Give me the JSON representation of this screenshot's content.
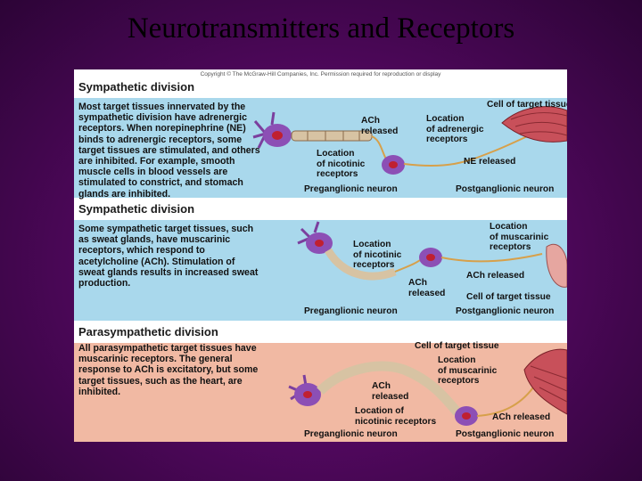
{
  "slide": {
    "title": "Neurotransmitters and Receptors"
  },
  "figure": {
    "copyright": "Copyright © The McGraw-Hill Companies, Inc. Permission required for reproduction or display",
    "panels": [
      {
        "heading": "Sympathetic division",
        "description": "Most target tissues innervated by the sympathetic division have adrenergic receptors. When norepinephrine (NE) binds to adrenergic receptors, some target tissues are stimulated, and others are inhibited. For example, smooth muscle cells in blood vessels are stimulated to constrict, and stomach glands are inhibited.",
        "labels": {
          "cell": "Cell of target tissue",
          "ach": "ACh\nreleased",
          "adrenergic": "Location\nof adrenergic\nreceptors",
          "nicotinic": "Location\nof nicotinic\nreceptors",
          "ne": "NE released",
          "pre": "Preganglionic neuron",
          "post": "Postganglionic neuron"
        }
      },
      {
        "heading": "Sympathetic division",
        "description": "Some sympathetic target tissues, such as sweat glands, have muscarinic receptors, which respond to acetylcholine (ACh). Stimulation of sweat glands results in increased sweat production.",
        "labels": {
          "muscarinic": "Location\nof muscarinic\nreceptors",
          "nicotinic": "Location\nof nicotinic\nreceptors",
          "ach1": "ACh\nreleased",
          "ach2": "ACh released",
          "cell": "Cell of target tissue",
          "pre": "Preganglionic neuron",
          "post": "Postganglionic neuron"
        }
      },
      {
        "heading": "Parasympathetic division",
        "description": "All parasympathetic target tissues have muscarinic receptors. The general response to ACh is excitatory, but some target tissues, such as the heart, are inhibited.",
        "labels": {
          "cell": "Cell of target tissue",
          "muscarinic": "Location\nof muscarinic\nreceptors",
          "ach1": "ACh\nreleased",
          "nicotinic": "Location of\nnicotinic receptors",
          "ach2": "ACh released",
          "pre": "Preganglionic neuron",
          "post": "Postganglionic neuron"
        }
      }
    ]
  }
}
